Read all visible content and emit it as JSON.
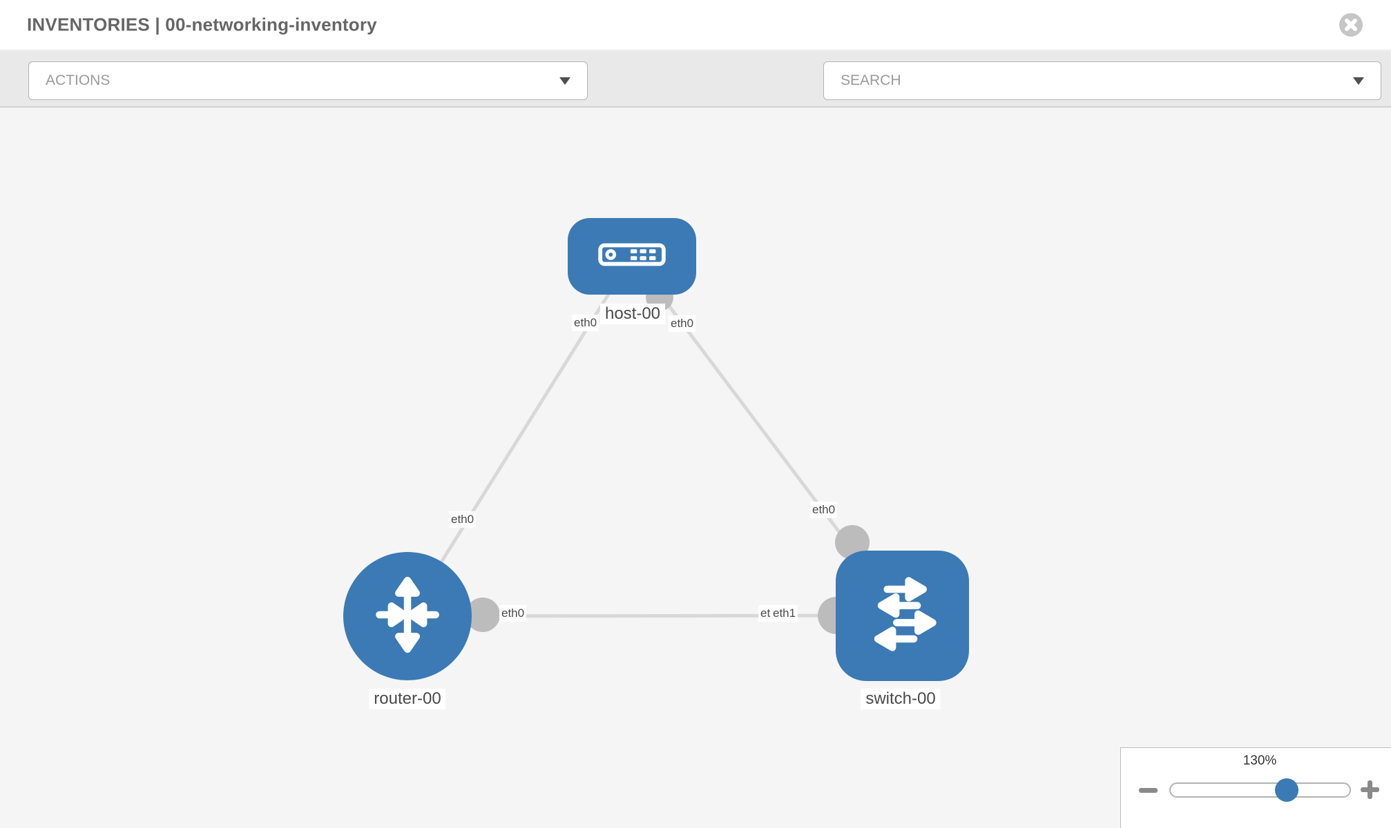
{
  "header": {
    "title": "INVENTORIES | 00-networking-inventory",
    "close_icon": "x-circle"
  },
  "toolbar": {
    "actions_label": "ACTIONS",
    "search_placeholder": "SEARCH",
    "tool_icons": [
      "wrench-icon",
      "key-icon"
    ]
  },
  "topology": {
    "nodes": [
      {
        "id": "host-00",
        "type": "host",
        "label": "host-00"
      },
      {
        "id": "router-00",
        "type": "router",
        "label": "router-00"
      },
      {
        "id": "switch-00",
        "type": "switch",
        "label": "switch-00"
      }
    ],
    "links": [
      {
        "from": "host-00",
        "to": "router-00",
        "from_interface": "eth0",
        "to_interface": "eth0"
      },
      {
        "from": "host-00",
        "to": "switch-00",
        "from_interface": "eth0",
        "to_interface": "eth0"
      },
      {
        "from": "router-00",
        "to": "switch-00",
        "from_interface": "eth0",
        "to_interface": "eth1"
      }
    ],
    "eth_labels": [
      {
        "text": "eth0",
        "at": "host-00 side of link to router-00"
      },
      {
        "text": "eth0",
        "at": "host-00 side of link to switch-00"
      },
      {
        "text": "eth0",
        "at": "router-00 side of link to host-00"
      },
      {
        "text": "eth0",
        "at": "switch-00 side of link to host-00"
      },
      {
        "text": "eth0",
        "at": "router-00 side of link to switch-00"
      },
      {
        "text": "eth0",
        "at": "switch-00 side of link to router-00 (behind)"
      },
      {
        "text": "eth1",
        "at": "switch-00 side of link to router-00 (front)"
      }
    ]
  },
  "zoom_control": {
    "level": "130%",
    "minus_icon": "minus",
    "plus_icon": "plus"
  },
  "colors": {
    "node_blue": "#3b7ab5",
    "link_gray": "#d8d8d8",
    "bubble_gray": "#bcbcbc",
    "toolbar_gray": "#e9e9e9",
    "canvas_gray": "#f5f5f5",
    "title_gray": "#666666"
  }
}
